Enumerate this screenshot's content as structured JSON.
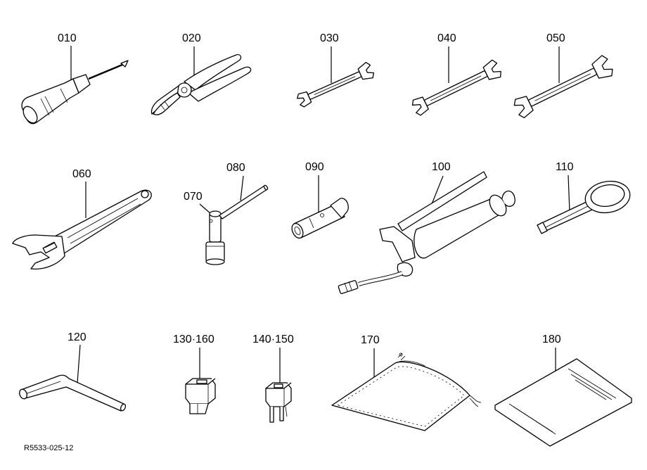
{
  "parts": [
    {
      "id": "part-010",
      "label": "010",
      "icon": "screwdriver-icon"
    },
    {
      "id": "part-020",
      "label": "020",
      "icon": "pliers-icon"
    },
    {
      "id": "part-030",
      "label": "030",
      "icon": "small-open-end-wrench-icon"
    },
    {
      "id": "part-040",
      "label": "040",
      "icon": "medium-open-end-wrench-icon"
    },
    {
      "id": "part-050",
      "label": "050",
      "icon": "large-open-end-wrench-icon"
    },
    {
      "id": "part-060",
      "label": "060",
      "icon": "adjustable-wrench-icon"
    },
    {
      "id": "part-070",
      "label": "070",
      "icon": "t-socket-wrench-icon"
    },
    {
      "id": "part-080",
      "label": "080",
      "icon": "tommy-bar-icon"
    },
    {
      "id": "part-090",
      "label": "090",
      "icon": "box-spanner-icon"
    },
    {
      "id": "part-100",
      "label": "100",
      "icon": "grease-gun-icon"
    },
    {
      "id": "part-110",
      "label": "110",
      "icon": "ring-spanner-icon"
    },
    {
      "id": "part-120",
      "label": "120",
      "icon": "hex-key-icon"
    },
    {
      "id": "part-130-160",
      "label": "130·160",
      "icon": "fuse-icon"
    },
    {
      "id": "part-140-150",
      "label": "140·150",
      "icon": "fuse-icon"
    },
    {
      "id": "part-170",
      "label": "170",
      "icon": "tool-bag-icon"
    },
    {
      "id": "part-180",
      "label": "180",
      "icon": "manual-booklet-icon"
    }
  ],
  "reference_code": "R5533-025-12"
}
